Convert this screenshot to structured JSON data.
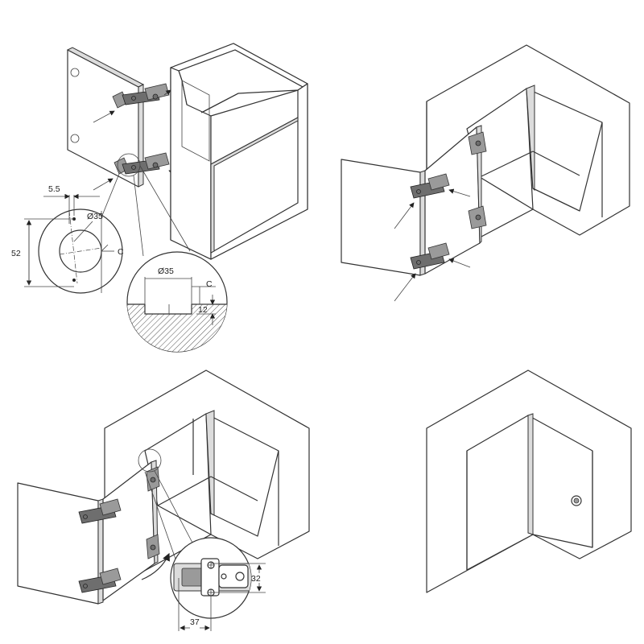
{
  "dimensions": {
    "edge_offset": "5.5",
    "cup_diameter": "Ø35",
    "height_52": "52",
    "c_label": "C",
    "section_diameter": "Ø35",
    "section_c": "C",
    "depth_12": "12",
    "plate_32": "32",
    "plate_37": "37"
  },
  "colors": {
    "line": "#333333",
    "background": "#ffffff",
    "shade": "#dcdcdc"
  }
}
